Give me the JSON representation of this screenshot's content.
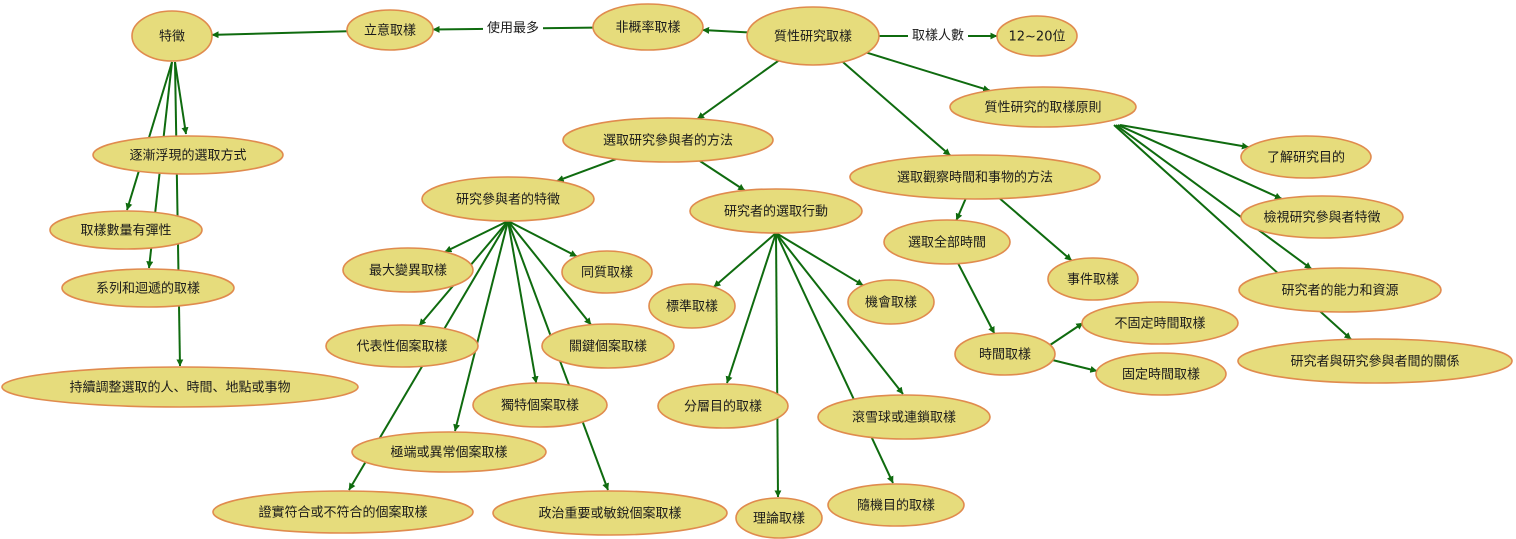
{
  "colors": {
    "node_fill": "#E6DC7C",
    "node_stroke": "#E08B4E",
    "edge": "#0F6B0F",
    "label_bg": "#FFFFFF"
  },
  "nodes": [
    {
      "id": "qual",
      "label": "質性研究取樣"
    },
    {
      "id": "nonprob",
      "label": "非概率取樣"
    },
    {
      "id": "purpose",
      "label": "立意取樣"
    },
    {
      "id": "feature",
      "label": "特徵"
    },
    {
      "id": "size",
      "label": "12~20位"
    },
    {
      "id": "principle",
      "label": "質性研究的取樣原則"
    },
    {
      "id": "method",
      "label": "選取研究參與者的方法"
    },
    {
      "id": "timemethod",
      "label": "選取觀察時間和事物的方法"
    },
    {
      "id": "emerge",
      "label": "逐漸浮現的選取方式"
    },
    {
      "id": "flex",
      "label": "取樣數量有彈性"
    },
    {
      "id": "serial",
      "label": "系列和迴遞的取樣"
    },
    {
      "id": "adjust",
      "label": "持續調整選取的人、時間、地點或事物"
    },
    {
      "id": "pfeature",
      "label": "研究參與者的特徵"
    },
    {
      "id": "action",
      "label": "研究者的選取行動"
    },
    {
      "id": "maxvar",
      "label": "最大變異取樣"
    },
    {
      "id": "homo",
      "label": "同質取樣"
    },
    {
      "id": "typical",
      "label": "代表性個案取樣"
    },
    {
      "id": "critical",
      "label": "關鍵個案取樣"
    },
    {
      "id": "unique",
      "label": "獨特個案取樣"
    },
    {
      "id": "extreme",
      "label": "極端或異常個案取樣"
    },
    {
      "id": "confirm",
      "label": "證實符合或不符合的個案取樣"
    },
    {
      "id": "political",
      "label": "政治重要或敏銳個案取樣"
    },
    {
      "id": "criterion",
      "label": "標準取樣"
    },
    {
      "id": "opportun",
      "label": "機會取樣"
    },
    {
      "id": "strat",
      "label": "分層目的取樣"
    },
    {
      "id": "snowball",
      "label": "滾雪球或連鎖取樣"
    },
    {
      "id": "theory",
      "label": "理論取樣"
    },
    {
      "id": "random",
      "label": "隨機目的取樣"
    },
    {
      "id": "alltime",
      "label": "選取全部時間"
    },
    {
      "id": "event",
      "label": "事件取樣"
    },
    {
      "id": "timesamp",
      "label": "時間取樣"
    },
    {
      "id": "unfixed",
      "label": "不固定時間取樣"
    },
    {
      "id": "fixed",
      "label": "固定時間取樣"
    },
    {
      "id": "purposeknow",
      "label": "了解研究目的"
    },
    {
      "id": "review",
      "label": "檢視研究參與者特徵"
    },
    {
      "id": "ability",
      "label": "研究者的能力和資源"
    },
    {
      "id": "relation",
      "label": "研究者與研究參與者間的關係"
    }
  ],
  "edges": [
    {
      "from": "qual",
      "to": "nonprob",
      "label": ""
    },
    {
      "from": "nonprob",
      "to": "purpose",
      "label": "使用最多"
    },
    {
      "from": "purpose",
      "to": "feature",
      "label": ""
    },
    {
      "from": "qual",
      "to": "size",
      "label": "取樣人數"
    },
    {
      "from": "qual",
      "to": "principle",
      "label": ""
    },
    {
      "from": "qual",
      "to": "method",
      "label": ""
    },
    {
      "from": "qual",
      "to": "timemethod",
      "label": ""
    },
    {
      "from": "feature",
      "to": "emerge",
      "label": ""
    },
    {
      "from": "feature",
      "to": "flex",
      "label": ""
    },
    {
      "from": "feature",
      "to": "serial",
      "label": ""
    },
    {
      "from": "feature",
      "to": "adjust",
      "label": ""
    },
    {
      "from": "method",
      "to": "pfeature",
      "label": ""
    },
    {
      "from": "method",
      "to": "action",
      "label": ""
    },
    {
      "from": "pfeature",
      "to": "maxvar",
      "label": ""
    },
    {
      "from": "pfeature",
      "to": "homo",
      "label": ""
    },
    {
      "from": "pfeature",
      "to": "typical",
      "label": ""
    },
    {
      "from": "pfeature",
      "to": "critical",
      "label": ""
    },
    {
      "from": "pfeature",
      "to": "unique",
      "label": ""
    },
    {
      "from": "pfeature",
      "to": "extreme",
      "label": ""
    },
    {
      "from": "pfeature",
      "to": "confirm",
      "label": ""
    },
    {
      "from": "pfeature",
      "to": "political",
      "label": ""
    },
    {
      "from": "action",
      "to": "criterion",
      "label": ""
    },
    {
      "from": "action",
      "to": "opportun",
      "label": ""
    },
    {
      "from": "action",
      "to": "strat",
      "label": ""
    },
    {
      "from": "action",
      "to": "snowball",
      "label": ""
    },
    {
      "from": "action",
      "to": "theory",
      "label": ""
    },
    {
      "from": "action",
      "to": "random",
      "label": ""
    },
    {
      "from": "timemethod",
      "to": "alltime",
      "label": ""
    },
    {
      "from": "timemethod",
      "to": "event",
      "label": ""
    },
    {
      "from": "alltime",
      "to": "timesamp",
      "label": ""
    },
    {
      "from": "timesamp",
      "to": "unfixed",
      "label": ""
    },
    {
      "from": "timesamp",
      "to": "fixed",
      "label": ""
    },
    {
      "from": "principle",
      "to": "purposeknow",
      "label": ""
    },
    {
      "from": "principle",
      "to": "review",
      "label": ""
    },
    {
      "from": "principle",
      "to": "ability",
      "label": ""
    },
    {
      "from": "principle",
      "to": "relation",
      "label": ""
    }
  ]
}
